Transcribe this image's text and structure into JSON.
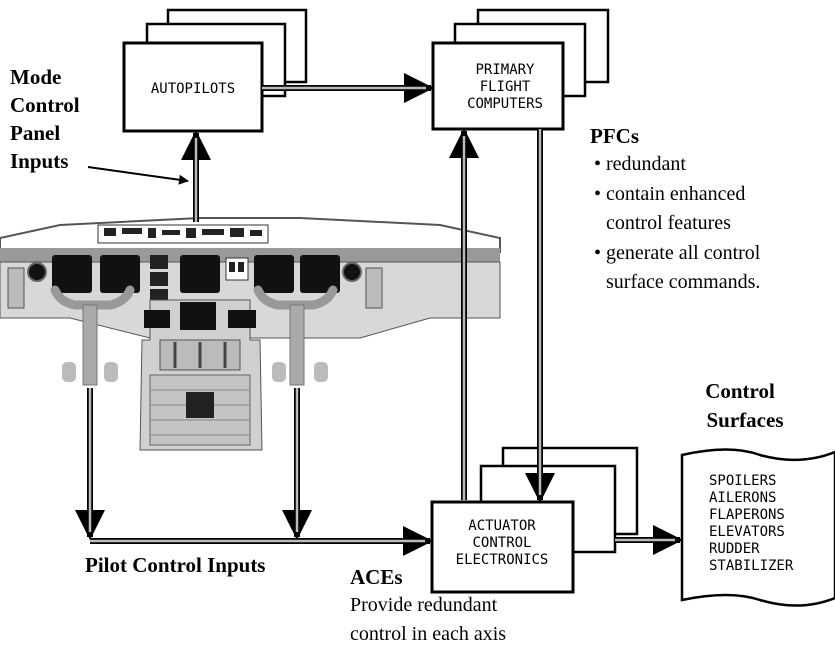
{
  "autopilots": {
    "label": "AUTOPILOTS"
  },
  "pfc_box": {
    "lines": [
      "PRIMARY",
      "FLIGHT",
      "COMPUTERS"
    ]
  },
  "ace_box": {
    "lines": [
      "ACTUATOR",
      "CONTROL",
      "ELECTRONICS"
    ]
  },
  "mode_control": {
    "lines": [
      "Mode",
      "Control",
      "Panel",
      "Inputs"
    ]
  },
  "pfcs": {
    "title": "PFCs",
    "bullets": [
      "• redundant",
      "• contain enhanced",
      "control features",
      "• generate all control",
      "surface commands."
    ]
  },
  "control_surfaces": {
    "title_lines": [
      "Control",
      "Surfaces"
    ],
    "items": [
      "SPOILERS",
      "AILERONS",
      "FLAPERONS",
      "ELEVATORS",
      "RUDDER",
      "STABILIZER"
    ]
  },
  "pilot_inputs": {
    "label": "Pilot Control Inputs"
  },
  "aces": {
    "title": "ACEs",
    "desc_lines": [
      "Provide redundant",
      "control in each axis"
    ]
  }
}
